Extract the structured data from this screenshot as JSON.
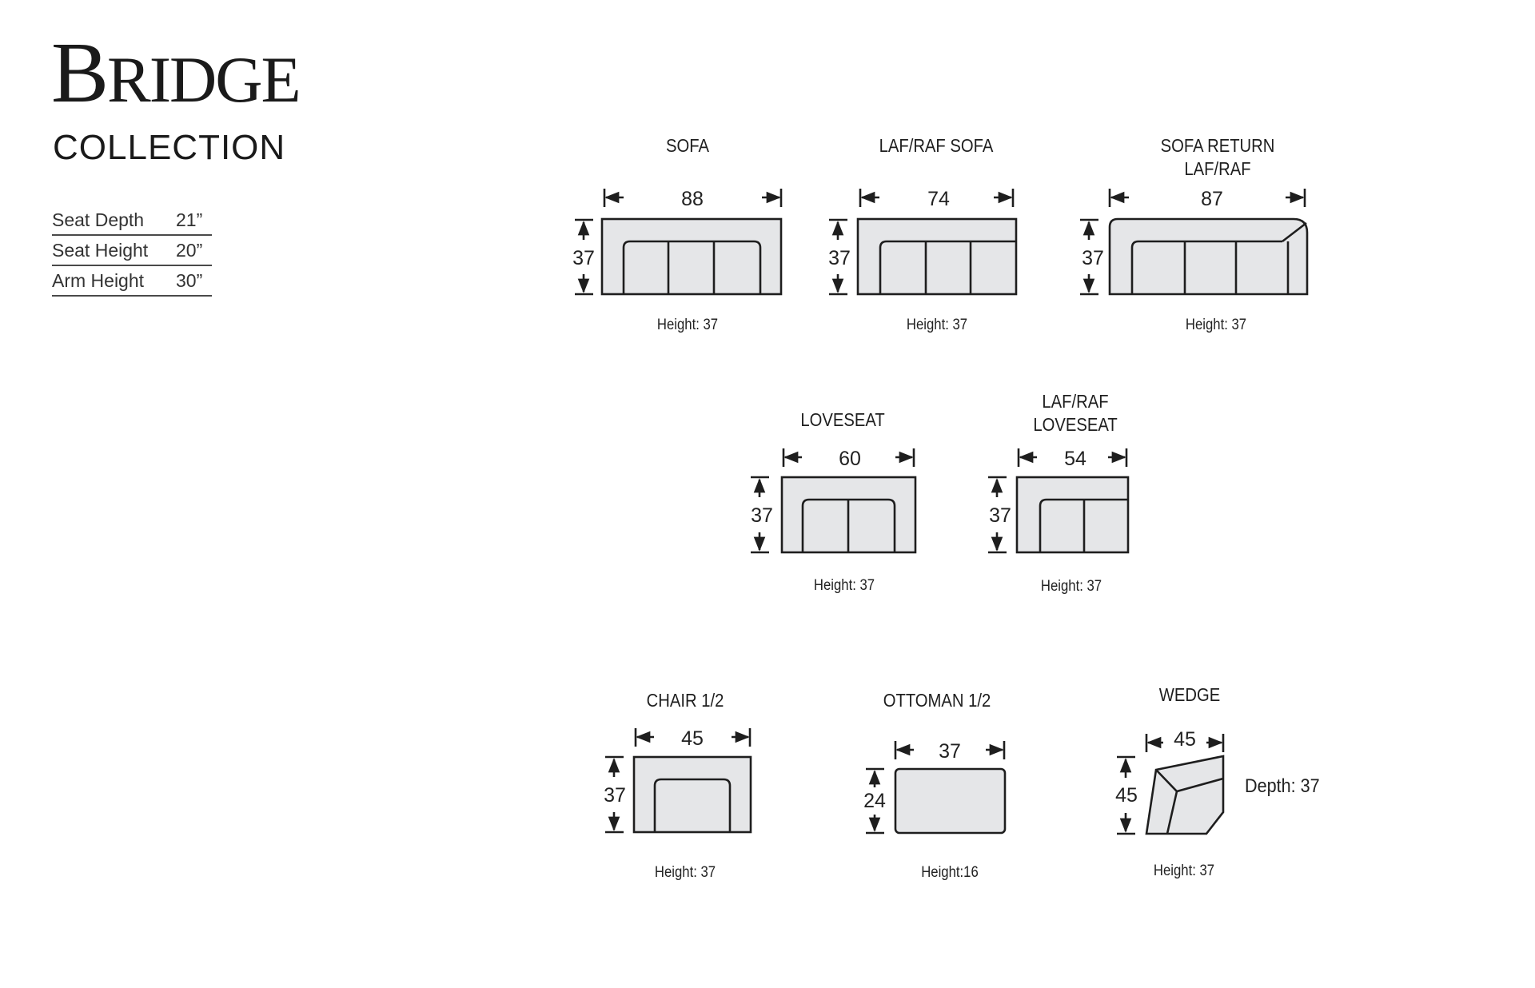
{
  "brand": {
    "initial": "B",
    "rest": "RIDGE",
    "subtitle": "COLLECTION"
  },
  "specs": [
    {
      "label": "Seat Depth",
      "value": "21”"
    },
    {
      "label": "Seat Height",
      "value": "20”"
    },
    {
      "label": "Arm Height",
      "value": "30”"
    }
  ],
  "pieces": [
    {
      "title": "SOFA",
      "width": "88",
      "depth": "37",
      "height_label": "Height: 37"
    },
    {
      "title": "LAF/RAF  SOFA",
      "width": "74",
      "depth": "37",
      "height_label": "Height: 37"
    },
    {
      "title_line1": "SOFA RETURN",
      "title_line2": "LAF/RAF",
      "width": "87",
      "depth": "37",
      "height_label": "Height: 37"
    },
    {
      "title": "LOVESEAT",
      "width": "60",
      "depth": "37",
      "height_label": "Height: 37"
    },
    {
      "title_line1": "LAF/RAF",
      "title_line2": "LOVESEAT",
      "width": "54",
      "depth": "37",
      "height_label": "Height: 37"
    },
    {
      "title": "CHAIR 1/2",
      "width": "45",
      "depth": "37",
      "height_label": "Height: 37"
    },
    {
      "title": "OTTOMAN 1/2",
      "width": "37",
      "depth": "24",
      "height_label": "Height:16"
    },
    {
      "title": "WEDGE",
      "width": "45",
      "depth": "45",
      "height_label": "Height: 37",
      "extra": "Depth: 37"
    }
  ],
  "colors": {
    "outline": "#1e1e1e",
    "fill": "#e5e6e8"
  }
}
